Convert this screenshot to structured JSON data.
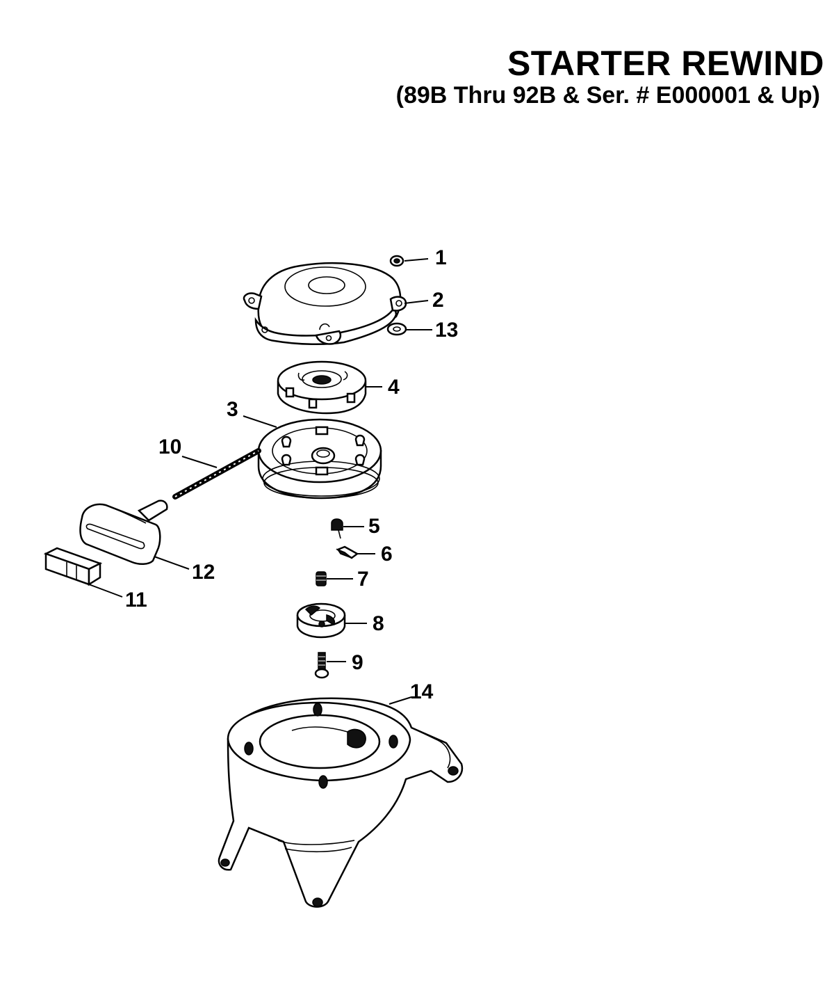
{
  "header": {
    "title": "STARTER REWIND",
    "subtitle": "(89B Thru 92B & Ser. # E000001 & Up)"
  },
  "callouts": {
    "c1": "1",
    "c2": "2",
    "c3": "3",
    "c4": "4",
    "c5": "5",
    "c6": "6",
    "c7": "7",
    "c8": "8",
    "c9": "9",
    "c10": "10",
    "c11": "11",
    "c12": "12",
    "c13": "13",
    "c14": "14"
  }
}
